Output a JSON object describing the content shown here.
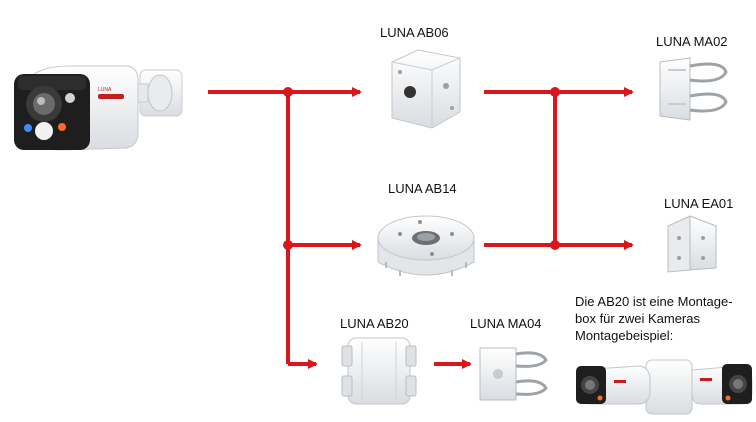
{
  "colors": {
    "connector": "#d9161a",
    "product_body": "#eef0f2",
    "camera_front": "#1e1e1e"
  },
  "nodes": {
    "camera": {
      "icon": "bullet-camera-icon",
      "brand_mark": "LUNA"
    },
    "ab06": {
      "label": "LUNA AB06",
      "icon": "square-junction-box-icon"
    },
    "ab14": {
      "label": "LUNA AB14",
      "icon": "round-junction-box-icon"
    },
    "ab20": {
      "label": "LUNA AB20",
      "icon": "double-camera-mount-box-icon"
    },
    "ma04": {
      "label": "LUNA MA04",
      "icon": "pole-mount-adapter-icon"
    },
    "ma02": {
      "label": "LUNA MA02",
      "icon": "pole-mount-bracket-icon"
    },
    "ea01": {
      "label": "LUNA EA01",
      "icon": "corner-mount-adapter-icon"
    }
  },
  "note": {
    "lines": [
      "Die AB20 ist eine Montage-",
      "box für zwei Kameras",
      "Montagebeispiel:"
    ],
    "example_icon": "two-cameras-on-ab20-example-icon"
  }
}
